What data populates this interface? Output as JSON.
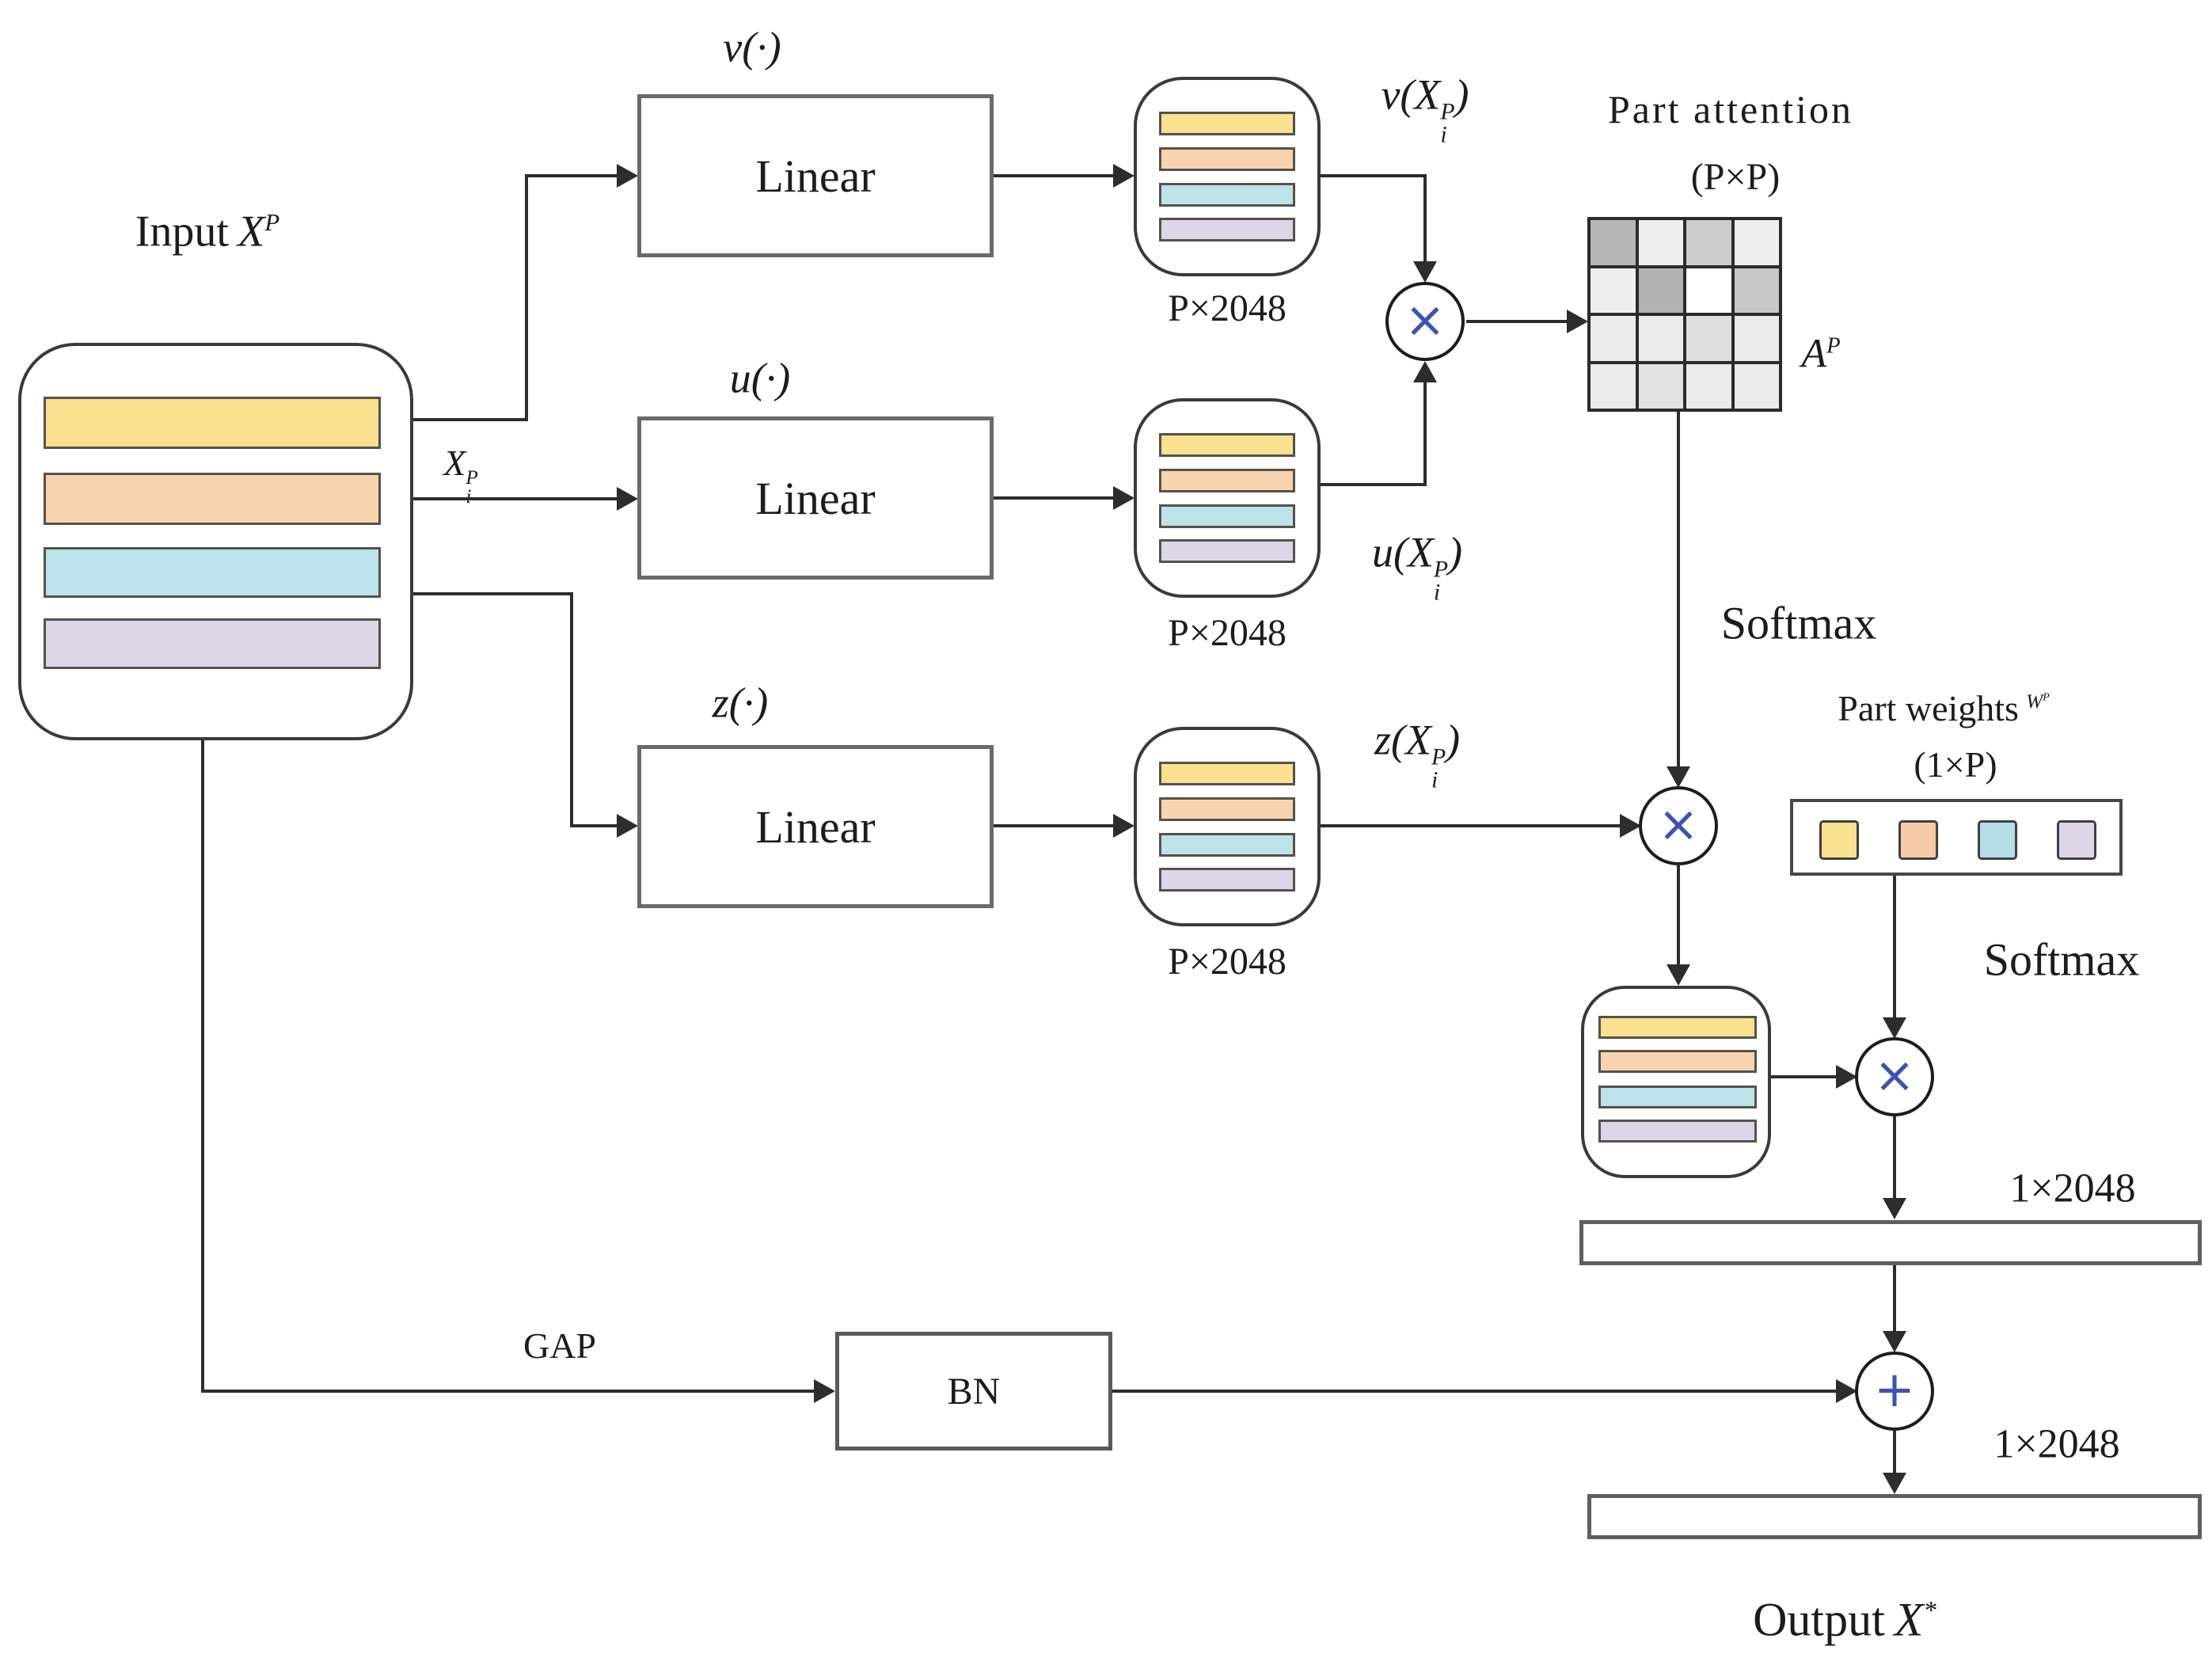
{
  "input": {
    "title_word": "Input",
    "title_var": "X",
    "title_sup": "P",
    "bars": [
      "#FAE18F",
      "#F8D3B0",
      "#BDE3EA",
      "#DCD6E8"
    ]
  },
  "xi": {
    "base": "X",
    "sub": "i",
    "sup": "P"
  },
  "rows": [
    {
      "fn": "v"
    },
    {
      "fn": "u"
    },
    {
      "fn": "z"
    }
  ],
  "fn_arg": "(·)",
  "paren_open": "(",
  "paren_close": ")",
  "linear_label": "Linear",
  "stack_dim": "P×2048",
  "stack_bars": [
    "#FAE18F",
    "#F8D3B0",
    "#BDE3EA",
    "#DCD6E8"
  ],
  "attention": {
    "title": "Part attention",
    "dim": "(P×P)",
    "matrix_base": "A",
    "matrix_sup": "P",
    "cells": [
      "#B5B5B5",
      "#EFEFEF",
      "#CDCDCD",
      "#EFEFEF",
      "#EFEFEF",
      "#B2B2B2",
      "#FFFFFF",
      "#C8C8C8",
      "#EBEBEB",
      "#EBEBEB",
      "#DEDEDE",
      "#EBEBEB",
      "#EBEBEB",
      "#E2E2E2",
      "#EBEBEB",
      "#EBEBEB"
    ]
  },
  "softmax": "Softmax",
  "part_weights": {
    "title": "Part weights",
    "wbase": "W",
    "wsup": "P",
    "dim": "(1×P)",
    "squares": [
      "#FAE18F",
      "#F6CBA6",
      "#B4DDE6",
      "#DCD6E8"
    ]
  },
  "ops": {
    "multiply": "×",
    "add": "+"
  },
  "vec_dim": "1×2048",
  "gap": "GAP",
  "bn": "BN",
  "output": {
    "word": "Output",
    "var": "X",
    "sup": "*"
  }
}
